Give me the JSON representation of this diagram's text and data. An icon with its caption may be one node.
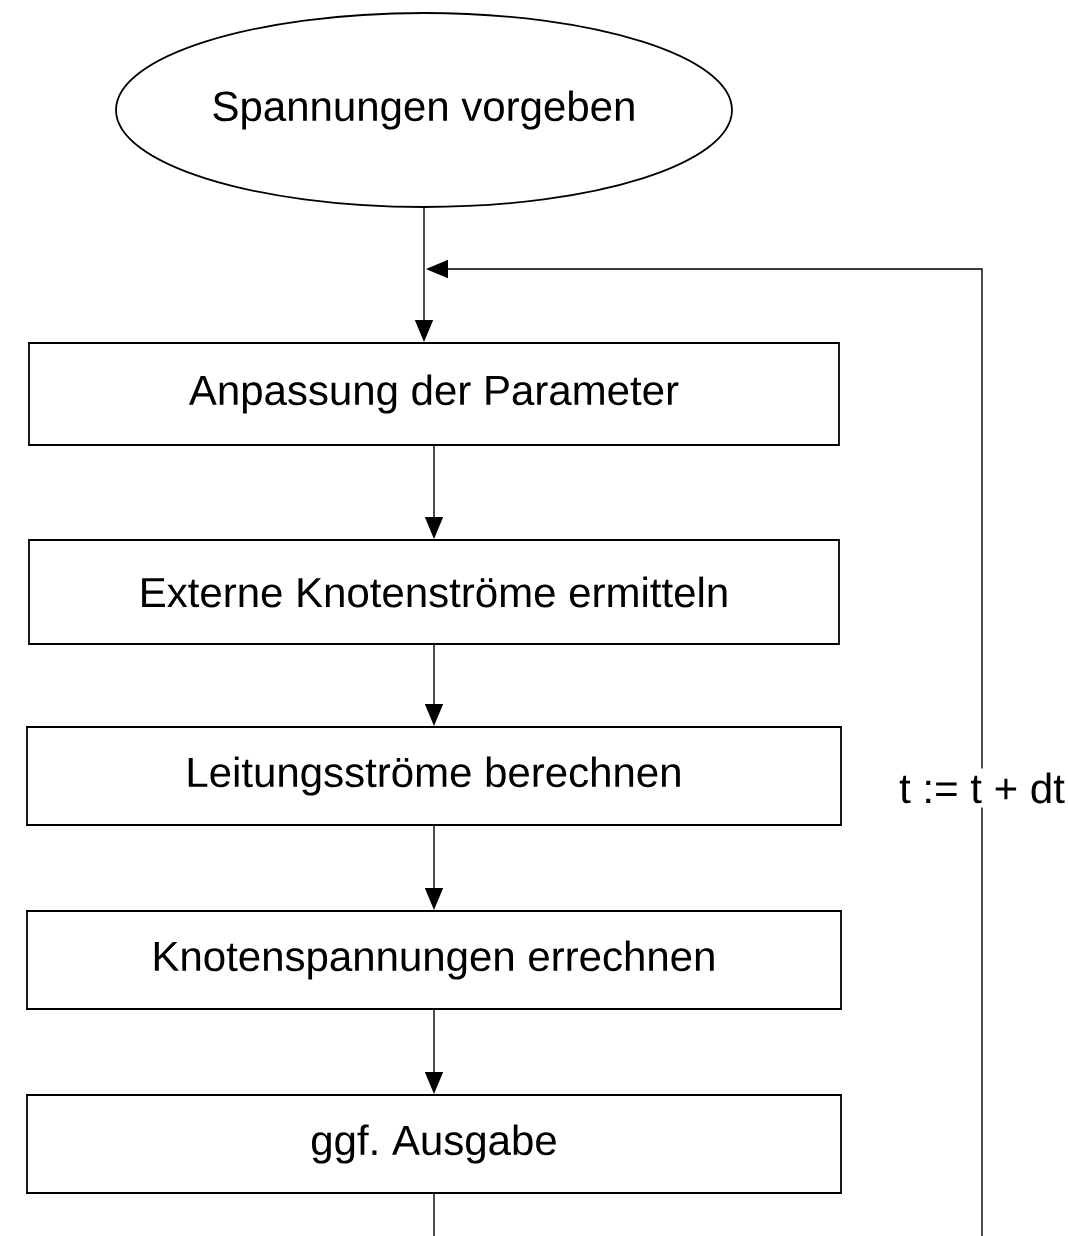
{
  "diagram": {
    "nodes": [
      {
        "text": [
          "Spannungen vorgeben"
        ]
      },
      {
        "text": [
          "Anpassung der Parameter"
        ]
      },
      {
        "text": [
          "Externe Knotenströme ermitteln"
        ]
      },
      {
        "text": [
          "Leitungsströme berechnen"
        ]
      },
      {
        "text": [
          "Knotenspannungen errechnen"
        ]
      },
      {
        "text": [
          "ggf. Ausgabe"
        ]
      }
    ],
    "edges": [
      {
        "from": 0,
        "to": 1,
        "arrow": "to"
      },
      {
        "from": 1,
        "to": 2,
        "arrow": "to"
      },
      {
        "from": 2,
        "to": 3,
        "arrow": "to"
      },
      {
        "from": 3,
        "to": 4,
        "arrow": "to"
      },
      {
        "from": 4,
        "to": 5,
        "arrow": "to"
      },
      {
        "from": 5,
        "to": null,
        "arrow": "none"
      },
      {
        "from": null,
        "to": 1,
        "arrow": "to",
        "label": "t := t + dt"
      }
    ]
  }
}
